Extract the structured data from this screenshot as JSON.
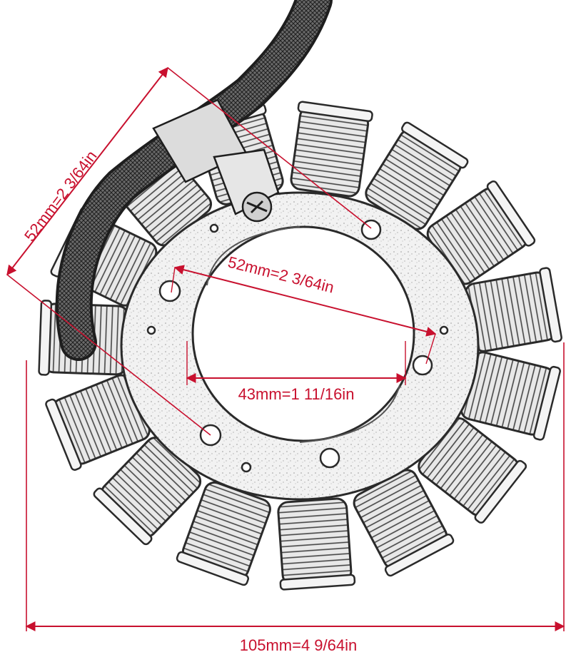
{
  "dimensions": {
    "outer_mount_diagonal": "52mm=2 3/64in",
    "inner_hole_diagonal": "52mm=2 3/64in",
    "center_bore": "43mm=1 11/16in",
    "overall_diameter": "105mm=4 9/64in"
  },
  "colors": {
    "dimension": "#c8102e",
    "line_art": "#2a2a2a",
    "background": "#ffffff"
  }
}
